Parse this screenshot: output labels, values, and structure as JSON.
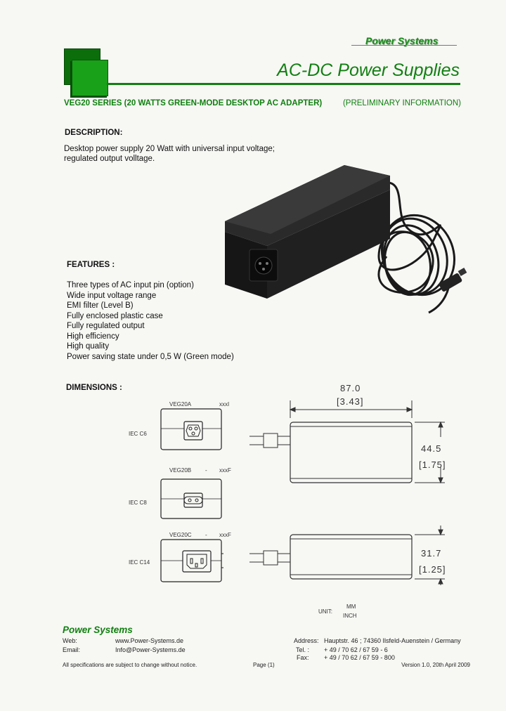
{
  "header": {
    "brand": "Power Systems",
    "title": "AC-DC Power Supplies",
    "series": "VEG20 SERIES (20 WATTS GREEN-MODE DESKTOP AC ADAPTER)",
    "preliminary": "(PRELIMINARY INFORMATION)"
  },
  "description": {
    "heading": "DESCRIPTION:",
    "line1": "Desktop power supply 20 Watt with universal input voltage;",
    "line2": "regulated output volltage."
  },
  "features": {
    "heading": "FEATURES :",
    "items": [
      "Three types of AC input pin (option)",
      "Wide input voltage range",
      "EMI filter (Level B)",
      "Fully enclosed plastic case",
      "Fully regulated output",
      "High efficiency",
      "High quality",
      "Power saving state under 0,5 W (Green mode)"
    ]
  },
  "dimensions": {
    "heading": "DIMENSIONS :",
    "variants": [
      {
        "model": "VEG20A",
        "dash": "-",
        "suffix": "xxxI",
        "inlet": "IEC C6"
      },
      {
        "model": "VEG20B",
        "dash": "-",
        "suffix": "xxxF",
        "inlet": "IEC C8"
      },
      {
        "model": "VEG20C",
        "dash": "-",
        "suffix": "xxxF",
        "inlet": "IEC C14"
      }
    ],
    "length_mm": "87.0",
    "length_in": "[3.43]",
    "width_mm": "44.5",
    "width_in": "[1.75]",
    "height_mm": "31.7",
    "height_in": "[1.25]",
    "unit_label": "UNIT:",
    "unit_mm": "MM",
    "unit_inch": "INCH"
  },
  "footer": {
    "brand": "Power Systems",
    "web_label": "Web:",
    "web": "www.Power-Systems.de",
    "email_label": "Email:",
    "email": "Info@Power-Systems.de",
    "address_label": "Address:",
    "address": "Hauptstr. 46 ; 74360 Ilsfeld-Auenstein / Germany",
    "tel_label": "Tel. :",
    "tel": "+ 49 / 70 62 / 67 59 - 6",
    "fax_label": "Fax:",
    "fax": "+ 49 / 70 62 / 67 59 - 800",
    "disclaimer": "All specifications are subject to change without notice.",
    "page": "Page (1)",
    "version": "Version 1.0, 20th April 2009"
  },
  "colors": {
    "brand_green": "#108010",
    "dark_green": "#0b6e0b",
    "light_green": "#19a119"
  }
}
